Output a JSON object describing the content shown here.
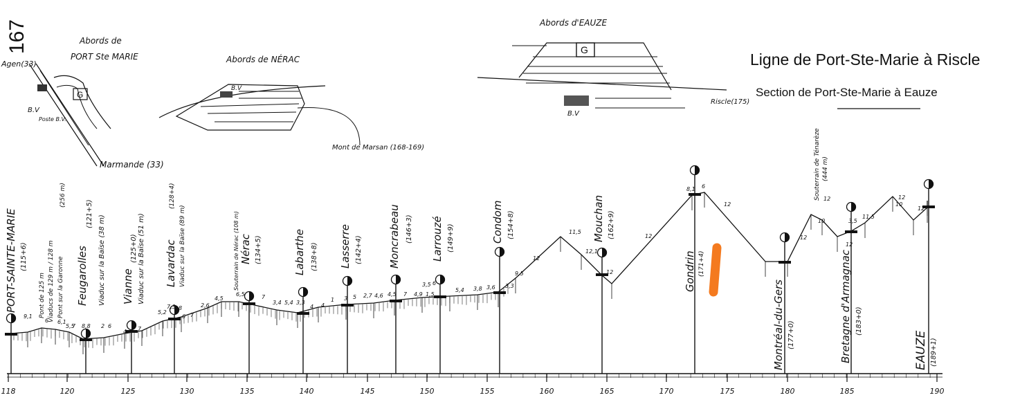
{
  "sheet_number": "167",
  "title": "Ligne de Port-Ste-Marie à Riscle",
  "subtitle": "Section de Port-Ste-Marie à Eauze",
  "insets": {
    "port": {
      "heading_1": "Abords de",
      "heading_2": "PORT Ste MARIE",
      "agen": "Agen(33)",
      "marmande": "Marmande (33)",
      "bv": "B.V",
      "poste": "Poste B.V.",
      "g": "G"
    },
    "nerac": {
      "heading": "Abords de NÉRAC",
      "bv": "B.V",
      "mont": "Mont de Marsan (168-169)"
    },
    "eauze": {
      "heading": "Abords d'EAUZE",
      "g": "G",
      "bv": "B.V",
      "riscle": "Riscle(175)"
    }
  },
  "axis_ticks": [
    "118",
    "120",
    "125",
    "130",
    "135",
    "140",
    "145",
    "150",
    "155",
    "160",
    "165",
    "170",
    "175",
    "180",
    "185",
    "190"
  ],
  "stations": [
    {
      "name": "PORT-SAINTE-MARIE",
      "pk": "(115+6)"
    },
    {
      "name": "Feugarolles",
      "pk": "(121+5)"
    },
    {
      "name": "Vianne",
      "pk": "(125+0)"
    },
    {
      "name": "Lavardac",
      "pk": "(128+4)"
    },
    {
      "name": "Nérac",
      "pk": "(134+5)"
    },
    {
      "name": "Labarthe",
      "pk": "(138+8)"
    },
    {
      "name": "Lasserre",
      "pk": "(142+4)"
    },
    {
      "name": "Moncrabeau",
      "pk": "(146+3)"
    },
    {
      "name": "Larrouzé",
      "pk": "(149+9)"
    },
    {
      "name": "Condom",
      "pk": "(154+8)"
    },
    {
      "name": "Mouchan",
      "pk": "(162+9)"
    },
    {
      "name": "Gondrin",
      "pk": "(171+4)"
    },
    {
      "name": "Montréal-du-Gers",
      "pk": "(177+0)"
    },
    {
      "name": "Bretagne d'Armagnac",
      "pk": "(183+0)"
    },
    {
      "name": "EAUZE",
      "pk": "(189+1)"
    }
  ],
  "structures": [
    {
      "line1": "Pont de 125 m",
      "line2": "Viaducs de 129 m / 128 m"
    },
    {
      "line1": "Pont sur la Garonne",
      "line2": "(256 m)"
    },
    {
      "line1": "Viaduc sur la Baïse (38 m)"
    },
    {
      "line1": "Viaduc sur la Baïse (51 m)"
    },
    {
      "line1": "Viaduc sur la Baïse (89 m)"
    },
    {
      "line1": "Souterrain de Nérac (108 m)"
    },
    {
      "line1": "Souterrain de Ténarèze",
      "line2": "(444 m)"
    }
  ],
  "gradient_labels": [
    "9,1",
    "6",
    "6,1",
    "5,5",
    "7",
    "8,8",
    "2",
    "6",
    "4",
    "7",
    "5,2",
    "7,3",
    "8",
    "6",
    "7",
    "2,6",
    "4,5",
    "6,5",
    "7",
    "3,4",
    "5,4",
    "3,3",
    "4",
    "4",
    "1",
    "3",
    "5",
    "2,7",
    "4,6",
    "4,5",
    "7",
    "4,9",
    "1,5",
    "3,5",
    "6",
    "5,4",
    "3,8",
    "3,6",
    "3,3",
    "9,5",
    "12",
    "11,5",
    "12,1",
    "12",
    "12",
    "8,1",
    "6",
    "12",
    "12",
    "10",
    "12",
    "12",
    "3,5",
    "11,5",
    "12",
    "10",
    "12"
  ]
}
